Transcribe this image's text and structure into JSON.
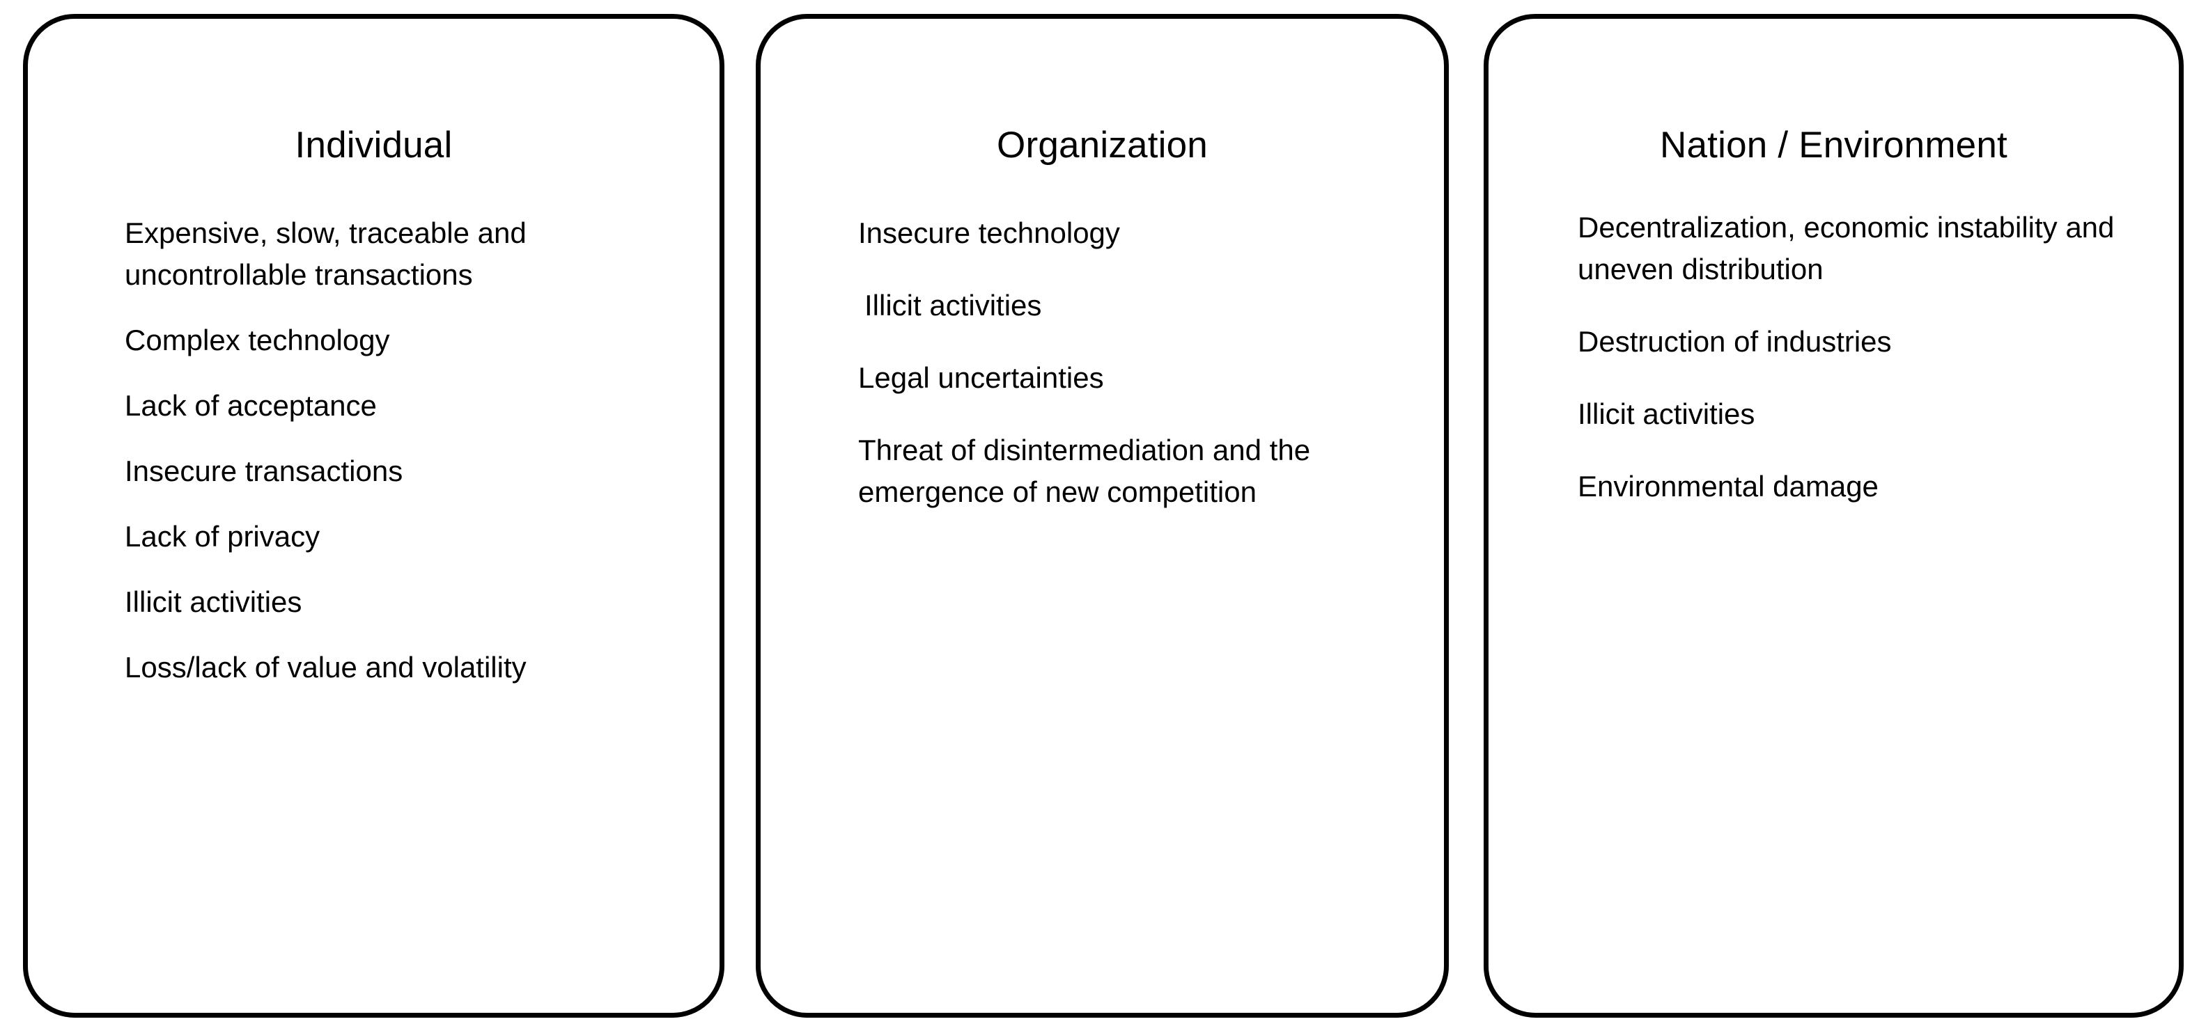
{
  "diagram": {
    "kind": "three-column-rounded-box-list",
    "background_color": "#ffffff",
    "border_color": "#000000",
    "text_color": "#000000",
    "columns": [
      {
        "title": "Individual",
        "items": [
          "Expensive, slow, traceable and uncontrollable transactions",
          "Complex technology",
          "Lack of acceptance",
          "Insecure transactions",
          "Lack of privacy",
          "Illicit activities",
          "Loss/lack of value and volatility"
        ]
      },
      {
        "title": "Organization",
        "items": [
          "Insecure technology",
          " Illicit activities",
          "Legal uncertainties",
          "Threat of disintermediation and the emergence of new competition"
        ]
      },
      {
        "title": "Nation / Environment",
        "items": [
          "Decentralization, economic instability and uneven distribution",
          "Destruction of industries",
          "Illicit activities",
          "Environmental damage"
        ]
      }
    ]
  }
}
